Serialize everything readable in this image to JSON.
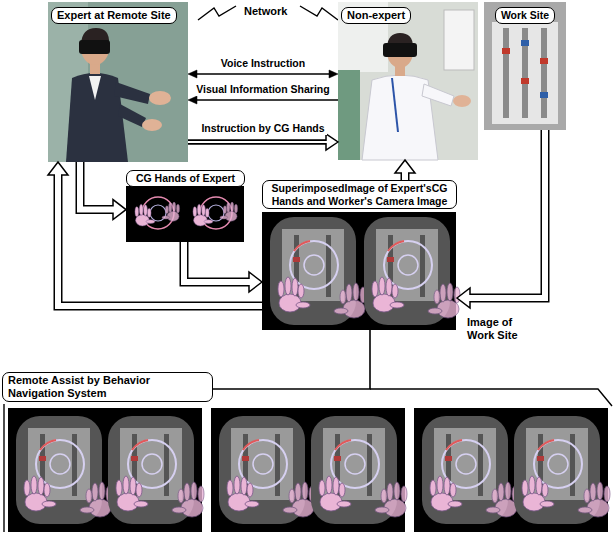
{
  "diagram": {
    "nodes": [
      {
        "text": [
          "Expert at Remote Site"
        ]
      },
      {
        "text": [
          "Non-expert"
        ]
      },
      {
        "text": [
          "Work Site"
        ]
      },
      {
        "text": [
          "CG Hands of Expert"
        ]
      },
      {
        "text": [
          "SuperimposedImage of Expert'sCG Hands and Worker's Camera Image"
        ]
      },
      {
        "text": [
          "Remote Assist by Behavior Navigation System"
        ]
      }
    ],
    "edges": [
      {
        "from": 0,
        "to": 1,
        "label": "Voice Instruction",
        "arrow": "both"
      },
      {
        "from": 1,
        "to": 0,
        "label": "Visual Information Sharing",
        "arrow": "to"
      },
      {
        "from": 0,
        "to": 1,
        "label": "Instruction by CG Hands",
        "arrow": "to"
      },
      {
        "from": 0,
        "to": 3,
        "arrow": "to"
      },
      {
        "from": 3,
        "to": 4,
        "arrow": "to"
      },
      {
        "from": 4,
        "to": 0,
        "arrow": "to"
      },
      {
        "from": 4,
        "to": 1,
        "arrow": "to"
      },
      {
        "from": 2,
        "to": 4,
        "label": "Image of Work Site",
        "arrow": "to"
      },
      {
        "from": 4,
        "to": 5,
        "arrow": "none"
      }
    ],
    "labels": [
      "Network"
    ]
  }
}
